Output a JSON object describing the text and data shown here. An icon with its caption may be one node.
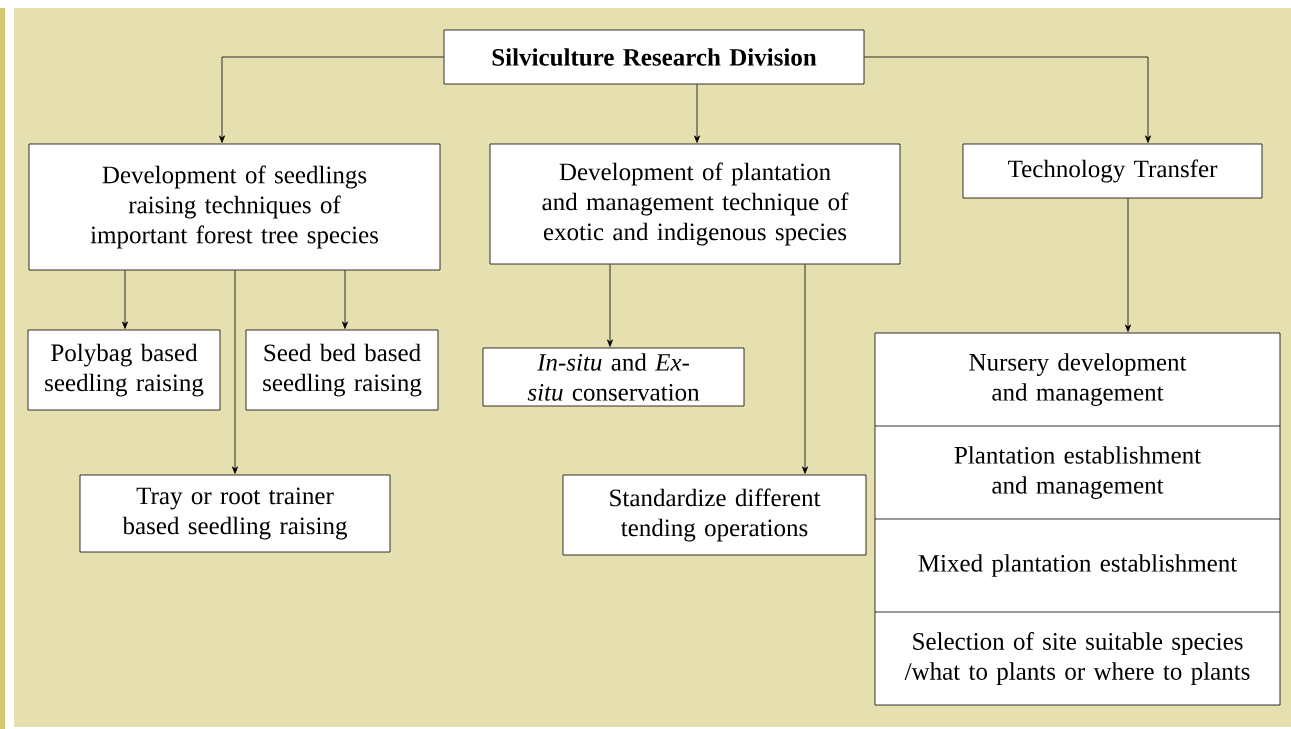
{
  "diagram": {
    "nodes": [
      {
        "text": [
          "Silviculture Research Division"
        ]
      },
      {
        "text": [
          "Development of seedlings raising techniques of important forest tree species"
        ]
      },
      {
        "text": [
          "Development of plantation and management technique of exotic and indigenous species"
        ]
      },
      {
        "text": [
          "Technology Transfer"
        ]
      },
      {
        "text": [
          "Polybag based seedling raising"
        ]
      },
      {
        "text": [
          "Seed bed based seedling raising"
        ]
      },
      {
        "text": [
          "*In-situ* and *Ex-situ* conservation"
        ]
      },
      {
        "text": [
          "Tray or root trainer based seedling raising"
        ]
      },
      {
        "text": [
          "Standardize different tending operations"
        ]
      },
      {
        "text": [
          "Nursery development and management",
          "Plantation establishment and management",
          "Mixed plantation establishment",
          "Selection of site suitable species /what to plants or where to plants"
        ]
      }
    ],
    "edges": [
      {
        "from": 0,
        "to": 1,
        "arrow": "to"
      },
      {
        "from": 0,
        "to": 2,
        "arrow": "to"
      },
      {
        "from": 0,
        "to": 3,
        "arrow": "to"
      },
      {
        "from": 1,
        "to": 4,
        "arrow": "to"
      },
      {
        "from": 1,
        "to": 7,
        "arrow": "to"
      },
      {
        "from": 1,
        "to": 5,
        "arrow": "to"
      },
      {
        "from": 2,
        "to": 6,
        "arrow": "to"
      },
      {
        "from": 2,
        "to": 8,
        "arrow": "to"
      },
      {
        "from": 3,
        "to": 9,
        "arrow": "to"
      }
    ]
  }
}
